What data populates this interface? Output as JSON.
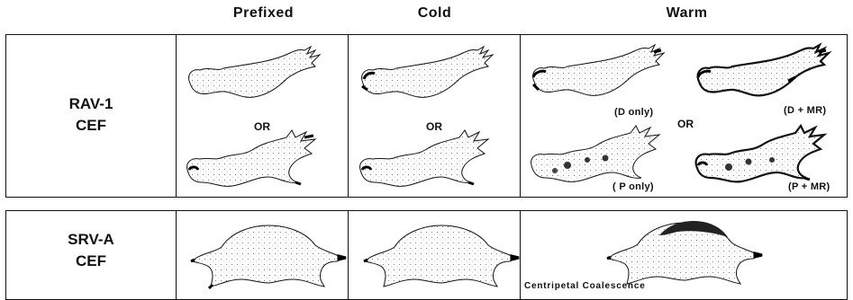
{
  "headers": {
    "prefixed": "Prefixed",
    "cold": "Cold",
    "warm": "Warm"
  },
  "rows": [
    {
      "name": "RAV-1",
      "sub": "CEF"
    },
    {
      "name": "SRV-A",
      "sub": "CEF"
    }
  ],
  "or_label": "OR",
  "warm_labels": {
    "d_only": "(D only)",
    "d_mr": "(D + MR)",
    "p_only": "( P only)",
    "p_mr": "(P + MR)"
  },
  "centripetal": "Centripetal Coalescence"
}
